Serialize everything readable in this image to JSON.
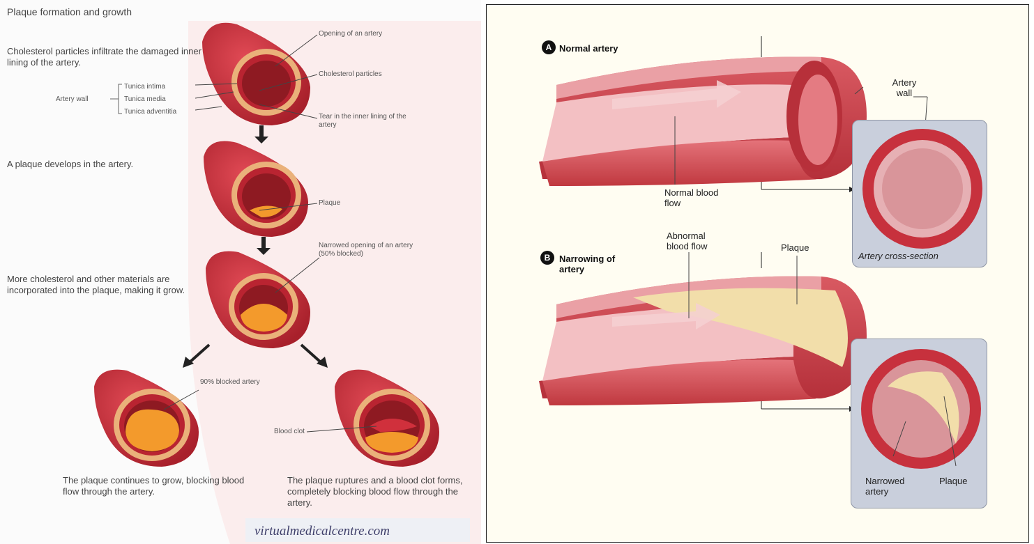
{
  "left": {
    "title": "Plaque formation and growth",
    "step1": "Cholesterol particles infiltrate the damaged inner lining of the artery.",
    "label_opening": "Opening of an artery",
    "label_cholesterol": "Cholesterol particles",
    "label_tear": "Tear in the inner lining of the artery",
    "artery_wall": "Artery wall",
    "tunica_intima": "Tunica intima",
    "tunica_media": "Tunica media",
    "tunica_adventitia": "Tunica adventitia",
    "step2": "A plaque develops in the artery.",
    "label_plaque": "Plaque",
    "step3": "More cholesterol and other materials are incorporated into the plaque, making it grow.",
    "label_narrowed": "Narrowed opening of an artery (50% blocked)",
    "label_90": "90% blocked artery",
    "label_clot": "Blood clot",
    "outcome1": "The plaque continues to grow, blocking blood flow through the artery.",
    "outcome2": "The plaque ruptures and a blood clot forms, completely blocking blood flow through the artery.",
    "watermark": "virtualmedicalcentre.com"
  },
  "right": {
    "badge_a": "A",
    "heading_a": "Normal artery",
    "artery_wall": "Artery wall",
    "normal_flow": "Normal blood flow",
    "cross_section": "Artery cross-section",
    "badge_b": "B",
    "heading_b": "Narrowing of artery",
    "abnormal_flow": "Abnormal blood flow",
    "plaque_top": "Plaque",
    "narrowed_artery": "Narrowed artery",
    "plaque_bottom": "Plaque"
  },
  "colors": {
    "artery_red": "#c7313d",
    "artery_dark": "#8e1a22",
    "lumen_pink": "#e58a90",
    "plaque_yellow": "#f2deaa",
    "plaque_orange": "#f39a2c",
    "watermark_pink": "#f7c9c9",
    "cross_section_box": "#c9cfdc"
  }
}
